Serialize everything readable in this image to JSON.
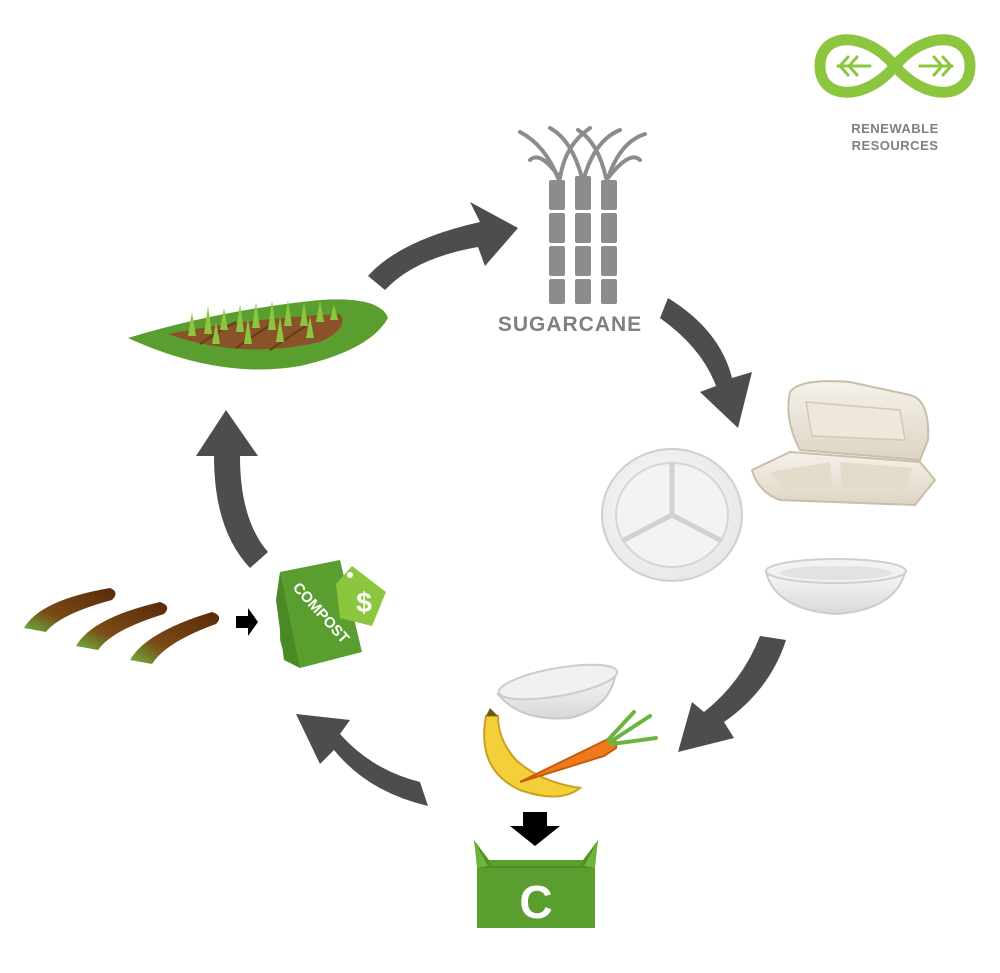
{
  "brand": {
    "line1": "RENEWABLE",
    "line2": "RESOURCES",
    "color": "#8cc63f"
  },
  "stages": {
    "sugarcane": "SUGARCANE",
    "compost_bag": "COMPOST",
    "compost_price": "$",
    "bin_letter": "C"
  },
  "colors": {
    "arrow": "#4d4d4d",
    "green": "#5a9e2f",
    "light_green": "#8cc63f",
    "soil": "#7a3d12",
    "cane": "#8c8c8c",
    "tray": "#f1ece2"
  },
  "icons": [
    "infinity-leaf-icon",
    "sugarcane-icon",
    "clamshell-icon",
    "plate-icon",
    "bowl-icon",
    "banana-icon",
    "carrot-icon",
    "compost-bin-icon",
    "compost-bag-icon",
    "field-icon",
    "soil-strip-icon"
  ]
}
